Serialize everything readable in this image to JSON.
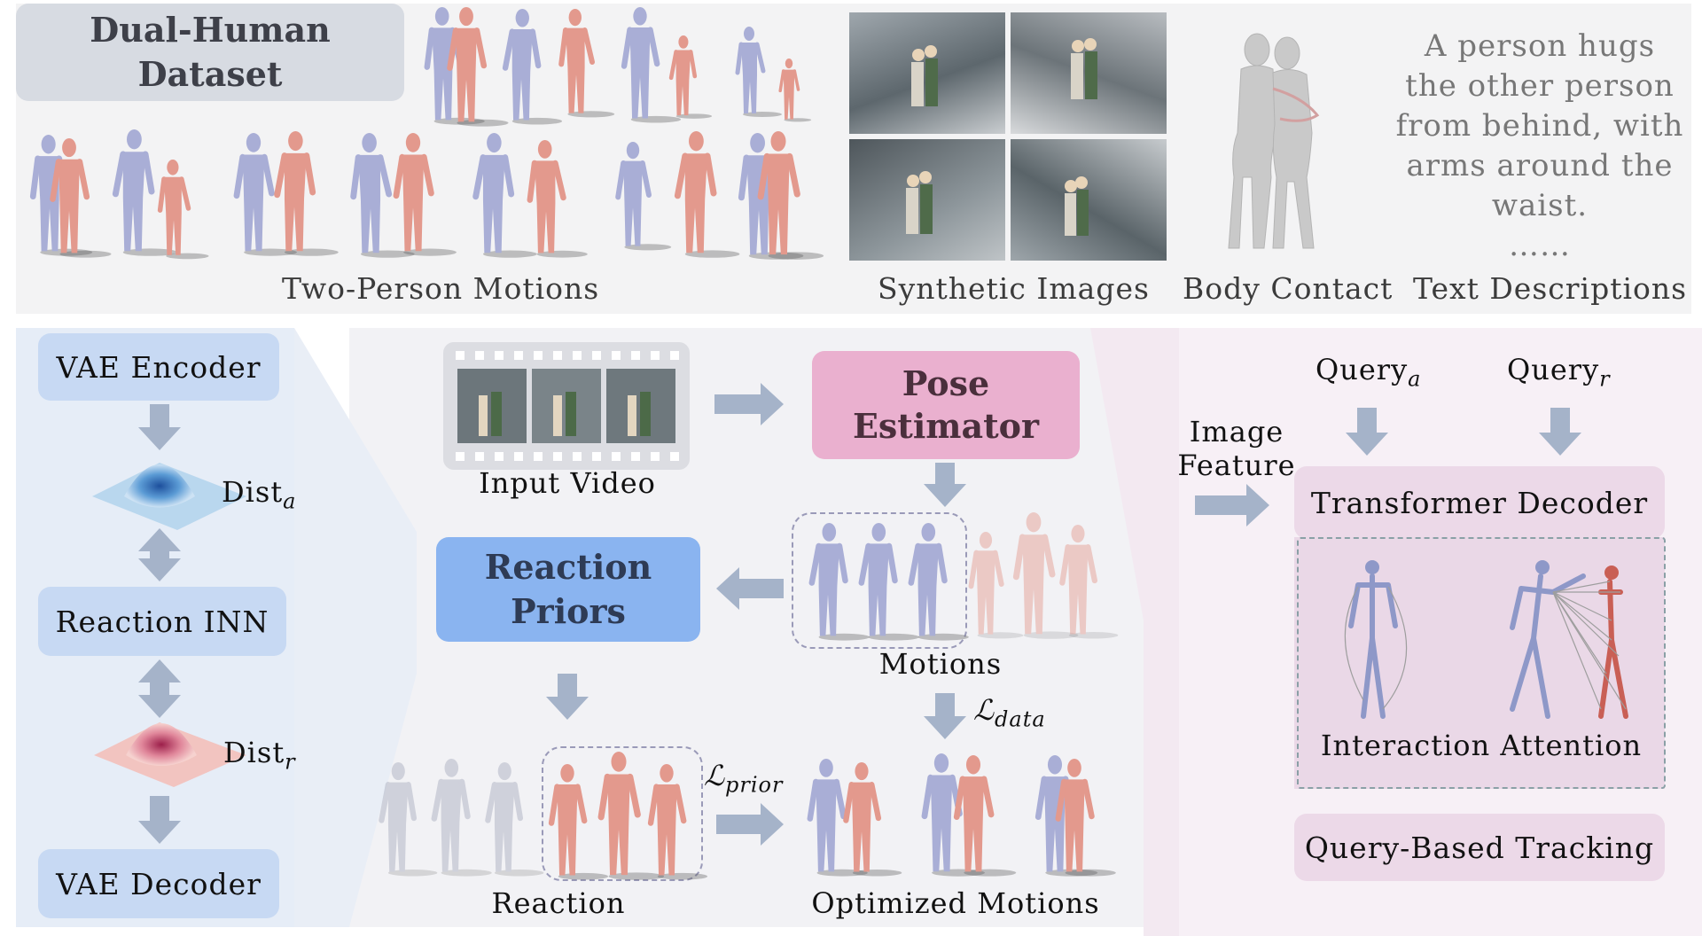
{
  "top": {
    "title": "Dual-Human\nDataset",
    "label_motions": "Two-Person Motions",
    "label_images": "Synthetic Images",
    "label_contact": "Body Contact",
    "label_text": "Text Descriptions",
    "text_description": "A person hugs the other person from behind, with arms around the waist.",
    "ellipsis": "……"
  },
  "left": {
    "vae_encoder": "VAE Encoder",
    "dist_a": "Dist",
    "dist_a_sub": "a",
    "reaction_inn": "Reaction INN",
    "dist_r": "Dist",
    "dist_r_sub": "r",
    "vae_decoder": "VAE Decoder"
  },
  "middle": {
    "input_video": "Input Video",
    "pose_estimator": "Pose\nEstimator",
    "reaction_priors": "Reaction\nPriors",
    "motions": "Motions",
    "loss_data": "ℒ",
    "loss_data_sub": "data",
    "loss_prior": "ℒ",
    "loss_prior_sub": "prior",
    "reaction": "Reaction",
    "optimized_motions": "Optimized Motions"
  },
  "right": {
    "query_a": "Query",
    "query_a_sub": "a",
    "query_r": "Query",
    "query_r_sub": "r",
    "image_feature": "Image\nFeature",
    "transformer_decoder": "Transformer Decoder",
    "interaction_attention": "Interaction Attention",
    "query_tracking": "Query-Based Tracking"
  },
  "colors": {
    "actor": "#a9aed6",
    "reactor": "#e3998d",
    "arrow": "#a5b3c9",
    "prior_box": "#8ab4f0",
    "pose_box": "#eab0cf"
  }
}
